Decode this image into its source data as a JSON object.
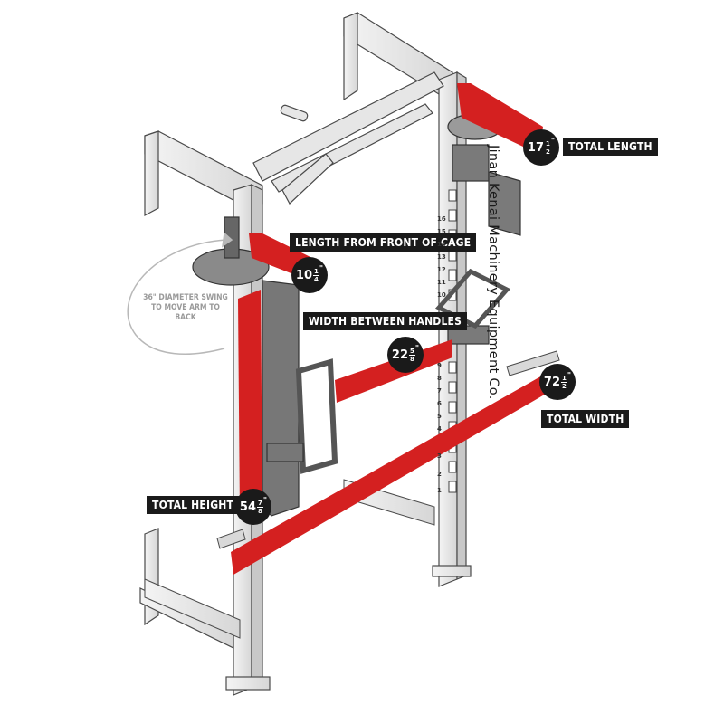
{
  "labels": {
    "total_length": "TOTAL LENGTH",
    "length_from_front": "LENGTH FROM FRONT OF CAGE",
    "width_between_handles": "WIDTH BETWEEN HANDLES",
    "total_width": "TOTAL WIDTH",
    "total_height": "TOTAL HEIGHT"
  },
  "dimensions": {
    "total_length": {
      "whole": "17",
      "num": "1",
      "den": "2",
      "unit": "\""
    },
    "length_from_front": {
      "whole": "10",
      "num": "1",
      "den": "4",
      "unit": "\""
    },
    "width_between_handles": {
      "whole": "22",
      "num": "5",
      "den": "8",
      "unit": "\""
    },
    "total_width": {
      "whole": "72",
      "num": "1",
      "den": "2",
      "unit": "\""
    },
    "total_height": {
      "whole": "54",
      "num": "7",
      "den": "8",
      "unit": "\""
    }
  },
  "swing_note": "36\" DIAMETER SWING TO MOVE ARM TO BACK",
  "watermark": "Jinan Kenai Machinery Equipment Co.",
  "upright_numbers": [
    "16",
    "15",
    "14",
    "13",
    "12",
    "11",
    "10",
    "9",
    "8",
    "7",
    "6",
    "5",
    "4",
    "3",
    "2",
    "1"
  ],
  "colors": {
    "accent_red": "#d42020",
    "frame_fill": "#e8e8e8",
    "frame_stroke": "#4a4a4a",
    "label_bg": "#1a1a1a"
  }
}
